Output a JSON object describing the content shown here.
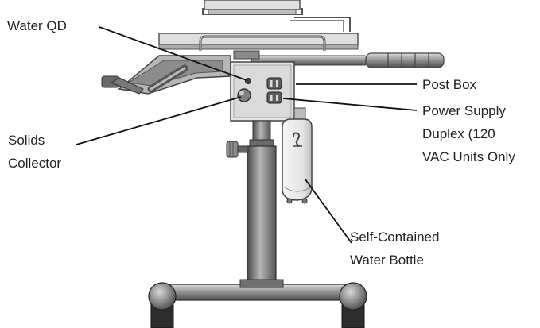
{
  "callouts": {
    "water_qd": "Water QD",
    "solids_line1": "Solids",
    "solids_line2": "Collector",
    "post_box": "Post Box",
    "power_line1": "Power Supply",
    "power_line2": "Duplex (120",
    "power_line3": "VAC Units Only",
    "bottle_line1": "Self-Contained",
    "bottle_line2": "Water Bottle"
  },
  "colors": {
    "metal_dark": "#5d5d5d",
    "metal_mid": "#9a9a9a",
    "metal_light": "#c9c9c9",
    "bottle": "#e9e9e9",
    "leader": "#111111",
    "text": "#222222"
  }
}
